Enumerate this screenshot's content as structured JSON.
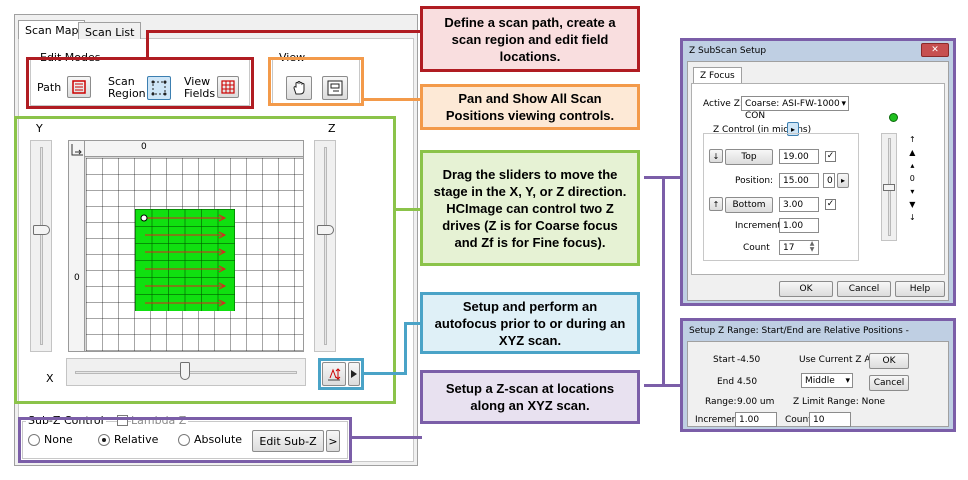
{
  "tabs": {
    "scan_map": "Scan Map",
    "scan_list": "Scan List"
  },
  "edit_modes": {
    "title": "Edit Modes",
    "path_label": "Path",
    "scan_region_label": "Scan\nRegion",
    "view_fields_label": "View\nFields"
  },
  "view": {
    "title": "View"
  },
  "map": {
    "y_label": "Y",
    "z_label": "Z",
    "x_label": "X",
    "top_zero": "0",
    "left_zero": "0"
  },
  "subz": {
    "title": "Sub-Z Control",
    "lambda_label": "Lambda Z",
    "none_label": "None",
    "relative_label": "Relative",
    "absolute_label": "Absolute",
    "edit_button": "Edit Sub-Z",
    "more_button": ">"
  },
  "callouts": {
    "scan_path": "Define a scan path, create a scan region and edit field locations.",
    "pan": "Pan and Show All Scan Positions viewing controls.",
    "sliders": "Drag the sliders to move the stage in the X, Y, or Z direction.  HCImage can control two Z drives (Z is for Coarse focus and Zf is for Fine focus).",
    "autofocus": "Setup and perform an autofocus prior to or during an XYZ scan.",
    "zscan": "Setup a Z-scan at locations along an XYZ scan."
  },
  "zsubscan": {
    "title": "Z SubScan Setup",
    "tab": "Z Focus",
    "active_z_label": "Active Z:",
    "active_z_value": "Coarse: ASI-FW-1000 CON",
    "z_control_label": "Z Control (in microns)",
    "top_button": "Top",
    "top_value": "19.00",
    "position_label": "Position:",
    "position_value": "15.00",
    "position_step": "0",
    "bottom_button": "Bottom",
    "bottom_value": "3.00",
    "increment_label": "Increment",
    "increment_value": "1.00",
    "count_label": "Count",
    "count_value": "17",
    "ok": "OK",
    "cancel": "Cancel",
    "help": "Help",
    "scale_zero": "0"
  },
  "zrange": {
    "title": "Setup Z Range: Start/End are Relative Positions -",
    "start_label": "Start",
    "start_value": "-4.50",
    "end_label": "End",
    "end_value": "4.50",
    "range_label": "Range:",
    "range_value": "9.00 um",
    "use_current_label": "Use Current Z As:",
    "use_current_value": "Middle",
    "z_limit_label": "Z Limit Range: None",
    "increment_label": "Increment",
    "increment_value": "1.00",
    "count_label": "Count",
    "count_value": "10",
    "ok": "OK",
    "cancel": "Cancel"
  },
  "colors": {
    "red": "#b01c22",
    "orange": "#f39a4a",
    "green": "#8bc34a",
    "blue": "#4aa3c7",
    "purple": "#7b5ea8",
    "scan_green": "#10e010"
  }
}
